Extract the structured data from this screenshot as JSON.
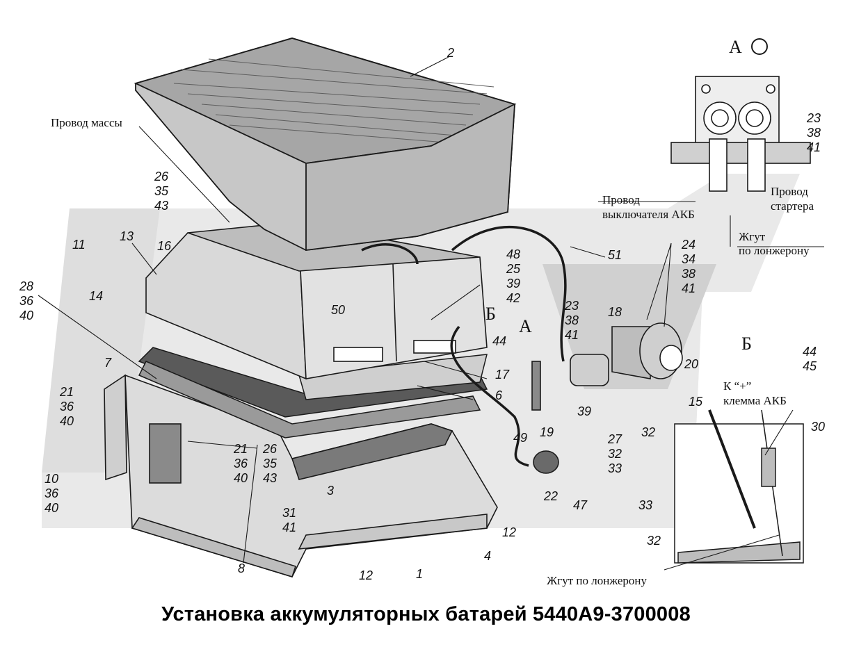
{
  "title": "Установка аккумуляторных батарей 5440А9-3700008",
  "view_labels": {
    "view_a_heading": "А",
    "view_b_heading": "Б",
    "callout_a": "А",
    "callout_b": "Б"
  },
  "annotations": {
    "ground_wire": "Провод массы",
    "battery_switch_wire_line1": "Провод",
    "battery_switch_wire_line2": "выключателя АКБ",
    "starter_wire_line1": "Провод",
    "starter_wire_line2": "стартера",
    "harness_line1": "Жгут",
    "harness_line2": "по лонжерону",
    "plus_terminal_line1": "К “+”",
    "plus_terminal_line2": "клемма АКБ",
    "harness_bottom": "Жгут по лонжерону"
  },
  "part_labels": {
    "p1": "1",
    "p2": "2",
    "p3": "3",
    "p4": "4",
    "p6": "6",
    "p7": "7",
    "p8": "8",
    "p11": "11",
    "p12a": "12",
    "p12b": "12",
    "p13": "13",
    "p14": "14",
    "p15": "15",
    "p16": "16",
    "p17": "17",
    "p18": "18",
    "p19": "19",
    "p20": "20",
    "p22": "22",
    "p23_38_41_a": [
      "23",
      "38",
      "41"
    ],
    "p23_38_41_b": [
      "23",
      "38",
      "41"
    ],
    "p24_34_38_41": [
      "24",
      "34",
      "38",
      "41"
    ],
    "p26_35_43_a": [
      "26",
      "35",
      "43"
    ],
    "p26_35_43_b": [
      "26",
      "35",
      "43"
    ],
    "p27_32_33": [
      "27",
      "32",
      "33"
    ],
    "p28_36_40": [
      "28",
      "36",
      "40"
    ],
    "p21_36_40_a": [
      "21",
      "36",
      "40"
    ],
    "p21_36_40_b": [
      "21",
      "36",
      "40"
    ],
    "p10_36_40": [
      "10",
      "36",
      "40"
    ],
    "p31_41": [
      "31",
      "41"
    ],
    "p48_25_39_42": [
      "48",
      "25",
      "39",
      "42"
    ],
    "p44_45": [
      "44",
      "45"
    ],
    "p30": "30",
    "p32a": "32",
    "p32b": "32",
    "p33": "33",
    "p39": "39",
    "p44": "44",
    "p47": "47",
    "p49": "49",
    "p50": "50",
    "p51": "51"
  },
  "colors": {
    "line": "#1a1a1a",
    "watermark": "#d8d8d8",
    "cover_fill": "#c9c9c9",
    "body_fill": "#d7d7d7",
    "dark_plate": "#4a4a4a"
  }
}
